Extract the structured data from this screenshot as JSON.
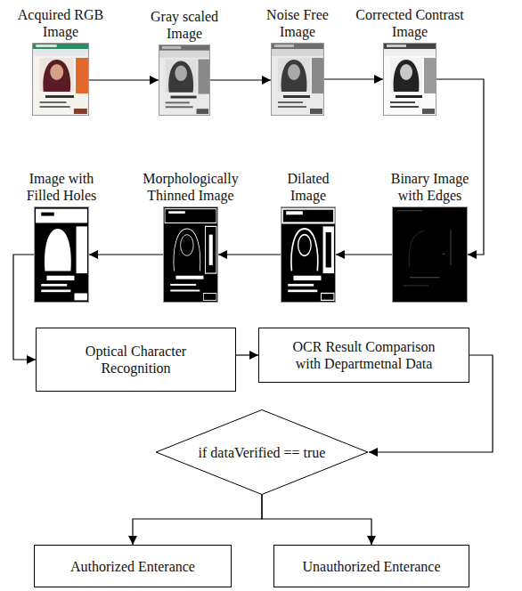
{
  "diagram": {
    "nodes": [
      {
        "text": [
          "Acquired RGB Image"
        ]
      },
      {
        "text": [
          "Gray scaled Image"
        ]
      },
      {
        "text": [
          "Noise Free Image"
        ]
      },
      {
        "text": [
          "Corrected Contrast Image"
        ]
      },
      {
        "text": [
          "Binary Image with Edges"
        ]
      },
      {
        "text": [
          "Dilated Image"
        ]
      },
      {
        "text": [
          "Morphologically Thinned Image"
        ]
      },
      {
        "text": [
          "Image with Filled Holes"
        ]
      },
      {
        "text": [
          "Optical Character Recognition"
        ]
      },
      {
        "text": [
          "OCR Result Comparison with Departmetnal Data"
        ]
      },
      {
        "text": [
          "if dataVerified == true"
        ]
      },
      {
        "text": [
          "Authorized Enterance"
        ]
      },
      {
        "text": [
          "Unauthorized Enterance"
        ]
      }
    ],
    "edges": [
      {
        "from": 0,
        "to": 1,
        "arrow": "to"
      },
      {
        "from": 1,
        "to": 2,
        "arrow": "to"
      },
      {
        "from": 2,
        "to": 3,
        "arrow": "to"
      },
      {
        "from": 3,
        "to": 4,
        "arrow": "to"
      },
      {
        "from": 4,
        "to": 5,
        "arrow": "to"
      },
      {
        "from": 5,
        "to": 6,
        "arrow": "to"
      },
      {
        "from": 6,
        "to": 7,
        "arrow": "to"
      },
      {
        "from": 7,
        "to": 8,
        "arrow": "to"
      },
      {
        "from": 8,
        "to": 9,
        "arrow": "to"
      },
      {
        "from": 9,
        "to": 10,
        "arrow": "to"
      },
      {
        "from": 10,
        "to": 11,
        "arrow": "to"
      },
      {
        "from": 10,
        "to": 12,
        "arrow": "to"
      }
    ]
  }
}
